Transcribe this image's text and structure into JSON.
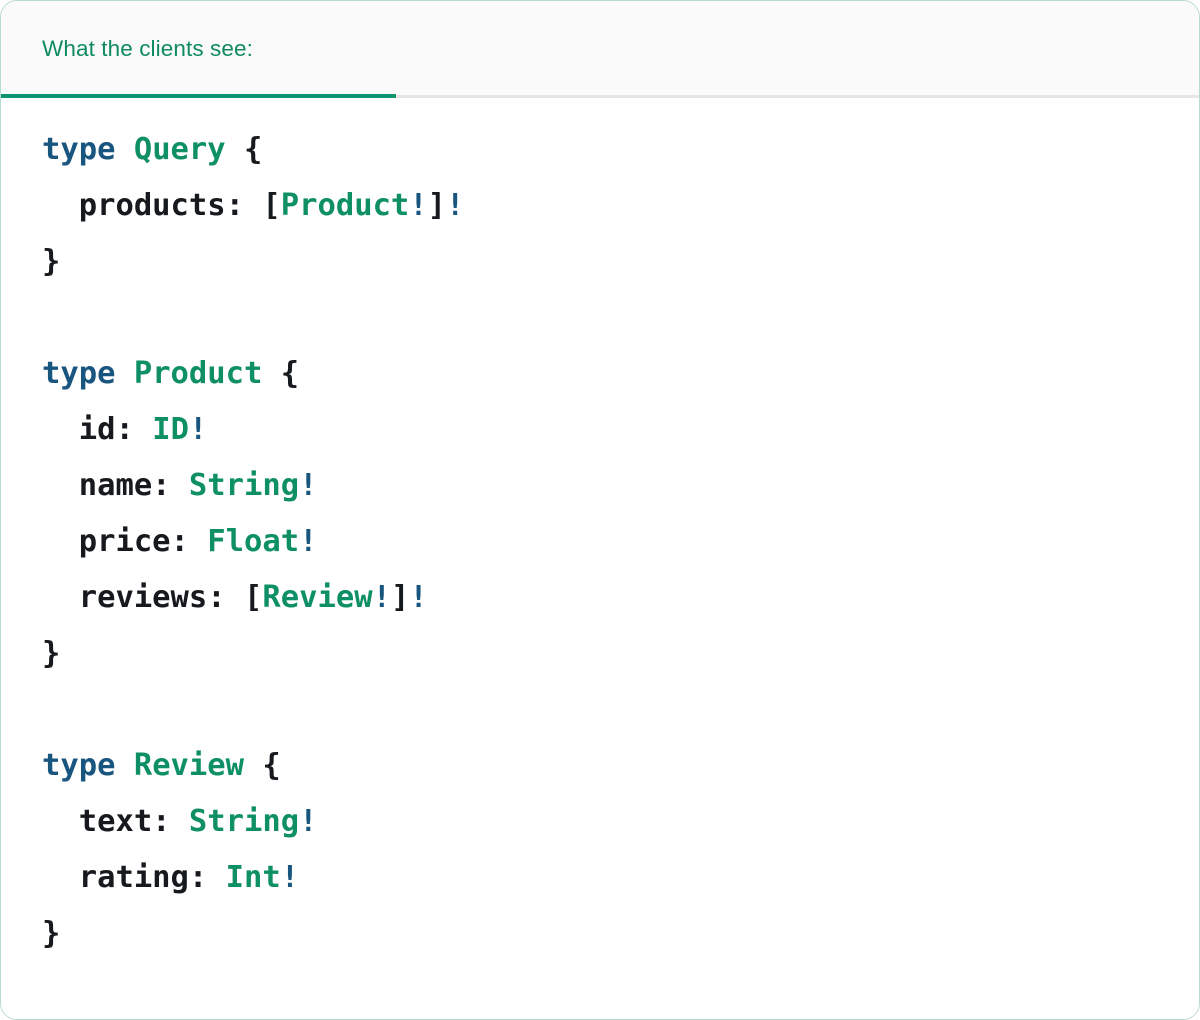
{
  "card": {
    "border_color": "#b9dbcd",
    "background": "#ffffff"
  },
  "header": {
    "background": "#fafafa",
    "divider_color": "#e6e6e6",
    "tabs": [
      {
        "label": "What the clients see:",
        "active": true,
        "underline_color": "#0f9472",
        "text_color": "#0f8a62"
      }
    ]
  },
  "syntax_colors": {
    "keyword": "#18557f",
    "type_name": "#0e8f66",
    "non_null_bang": "#18557f",
    "punctuation": "#16191d",
    "field_name": "#16191d"
  },
  "code": {
    "language": "graphql",
    "raw": "type Query {\n  products: [Product!]!\n}\n\ntype Product {\n  id: ID!\n  name: String!\n  price: Float!\n  reviews: [Review!]!\n}\n\ntype Review {\n  text: String!\n  rating: Int!\n}",
    "lines": [
      {
        "tokens": [
          {
            "t": "type",
            "c": "kw"
          },
          {
            "t": " ",
            "c": "plain"
          },
          {
            "t": "Query",
            "c": "type"
          },
          {
            "t": " ",
            "c": "plain"
          },
          {
            "t": "{",
            "c": "punct"
          }
        ]
      },
      {
        "tokens": [
          {
            "t": "  products:",
            "c": "field"
          },
          {
            "t": " ",
            "c": "plain"
          },
          {
            "t": "[",
            "c": "punct"
          },
          {
            "t": "Product",
            "c": "type"
          },
          {
            "t": "!",
            "c": "bang"
          },
          {
            "t": "]",
            "c": "punct"
          },
          {
            "t": "!",
            "c": "bang"
          }
        ]
      },
      {
        "tokens": [
          {
            "t": "}",
            "c": "punct"
          }
        ]
      },
      {
        "tokens": []
      },
      {
        "tokens": [
          {
            "t": "type",
            "c": "kw"
          },
          {
            "t": " ",
            "c": "plain"
          },
          {
            "t": "Product",
            "c": "type"
          },
          {
            "t": " ",
            "c": "plain"
          },
          {
            "t": "{",
            "c": "punct"
          }
        ]
      },
      {
        "tokens": [
          {
            "t": "  id:",
            "c": "field"
          },
          {
            "t": " ",
            "c": "plain"
          },
          {
            "t": "ID",
            "c": "type"
          },
          {
            "t": "!",
            "c": "bang"
          }
        ]
      },
      {
        "tokens": [
          {
            "t": "  name:",
            "c": "field"
          },
          {
            "t": " ",
            "c": "plain"
          },
          {
            "t": "String",
            "c": "type"
          },
          {
            "t": "!",
            "c": "bang"
          }
        ]
      },
      {
        "tokens": [
          {
            "t": "  price:",
            "c": "field"
          },
          {
            "t": " ",
            "c": "plain"
          },
          {
            "t": "Float",
            "c": "type"
          },
          {
            "t": "!",
            "c": "bang"
          }
        ]
      },
      {
        "tokens": [
          {
            "t": "  reviews:",
            "c": "field"
          },
          {
            "t": " ",
            "c": "plain"
          },
          {
            "t": "[",
            "c": "punct"
          },
          {
            "t": "Review",
            "c": "type"
          },
          {
            "t": "!",
            "c": "bang"
          },
          {
            "t": "]",
            "c": "punct"
          },
          {
            "t": "!",
            "c": "bang"
          }
        ]
      },
      {
        "tokens": [
          {
            "t": "}",
            "c": "punct"
          }
        ]
      },
      {
        "tokens": []
      },
      {
        "tokens": [
          {
            "t": "type",
            "c": "kw"
          },
          {
            "t": " ",
            "c": "plain"
          },
          {
            "t": "Review",
            "c": "type"
          },
          {
            "t": " ",
            "c": "plain"
          },
          {
            "t": "{",
            "c": "punct"
          }
        ]
      },
      {
        "tokens": [
          {
            "t": "  text:",
            "c": "field"
          },
          {
            "t": " ",
            "c": "plain"
          },
          {
            "t": "String",
            "c": "type"
          },
          {
            "t": "!",
            "c": "bang"
          }
        ]
      },
      {
        "tokens": [
          {
            "t": "  rating:",
            "c": "field"
          },
          {
            "t": " ",
            "c": "plain"
          },
          {
            "t": "Int",
            "c": "type"
          },
          {
            "t": "!",
            "c": "bang"
          }
        ]
      },
      {
        "tokens": [
          {
            "t": "}",
            "c": "punct"
          }
        ]
      }
    ]
  }
}
